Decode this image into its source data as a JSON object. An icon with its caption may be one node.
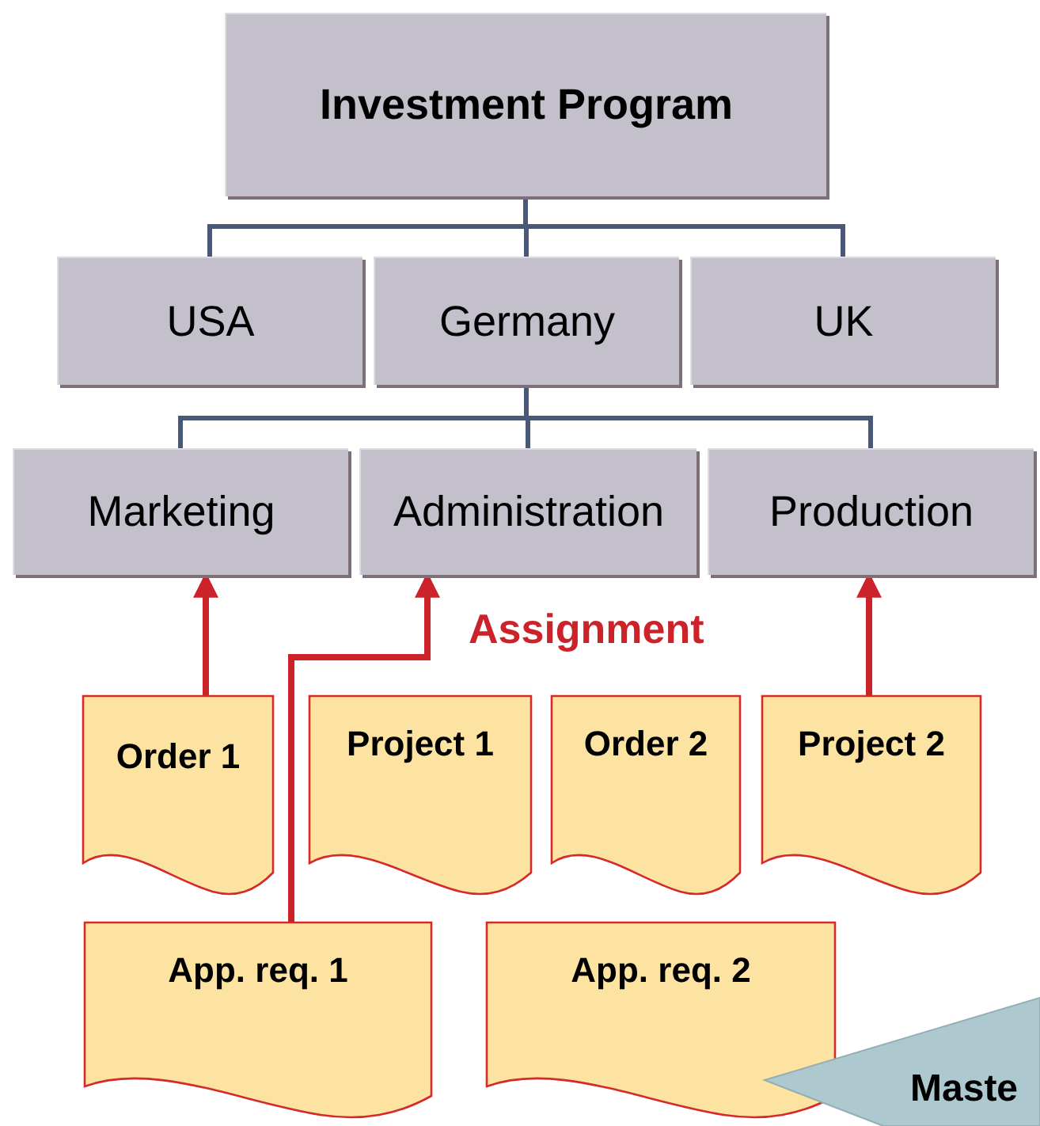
{
  "diagram": {
    "nodes": [
      {
        "text": [
          "Investment Program"
        ]
      },
      {
        "text": [
          "USA"
        ]
      },
      {
        "text": [
          "Germany"
        ]
      },
      {
        "text": [
          "UK"
        ]
      },
      {
        "text": [
          "Marketing"
        ]
      },
      {
        "text": [
          "Administration"
        ]
      },
      {
        "text": [
          "Production"
        ]
      },
      {
        "text": [
          "Order 1"
        ]
      },
      {
        "text": [
          "Project 1"
        ]
      },
      {
        "text": [
          "Order 2"
        ]
      },
      {
        "text": [
          "Project 2"
        ]
      },
      {
        "text": [
          "App. req. 1"
        ]
      },
      {
        "text": [
          "App. req. 2"
        ]
      },
      {
        "text": [
          "Maste"
        ]
      }
    ],
    "edges": [
      {
        "from": 0,
        "to": 1,
        "arrow": "none"
      },
      {
        "from": 0,
        "to": 2,
        "arrow": "none"
      },
      {
        "from": 0,
        "to": 3,
        "arrow": "none"
      },
      {
        "from": 2,
        "to": 4,
        "arrow": "none"
      },
      {
        "from": 2,
        "to": 5,
        "arrow": "none"
      },
      {
        "from": 2,
        "to": 6,
        "arrow": "none"
      },
      {
        "from": 7,
        "to": 4,
        "arrow": "to",
        "color": "#cc2229"
      },
      {
        "from": 11,
        "to": 5,
        "arrow": "to",
        "label": "Assignment",
        "color": "#cc2229"
      },
      {
        "from": 10,
        "to": 6,
        "arrow": "to",
        "color": "#cc2229"
      }
    ]
  }
}
